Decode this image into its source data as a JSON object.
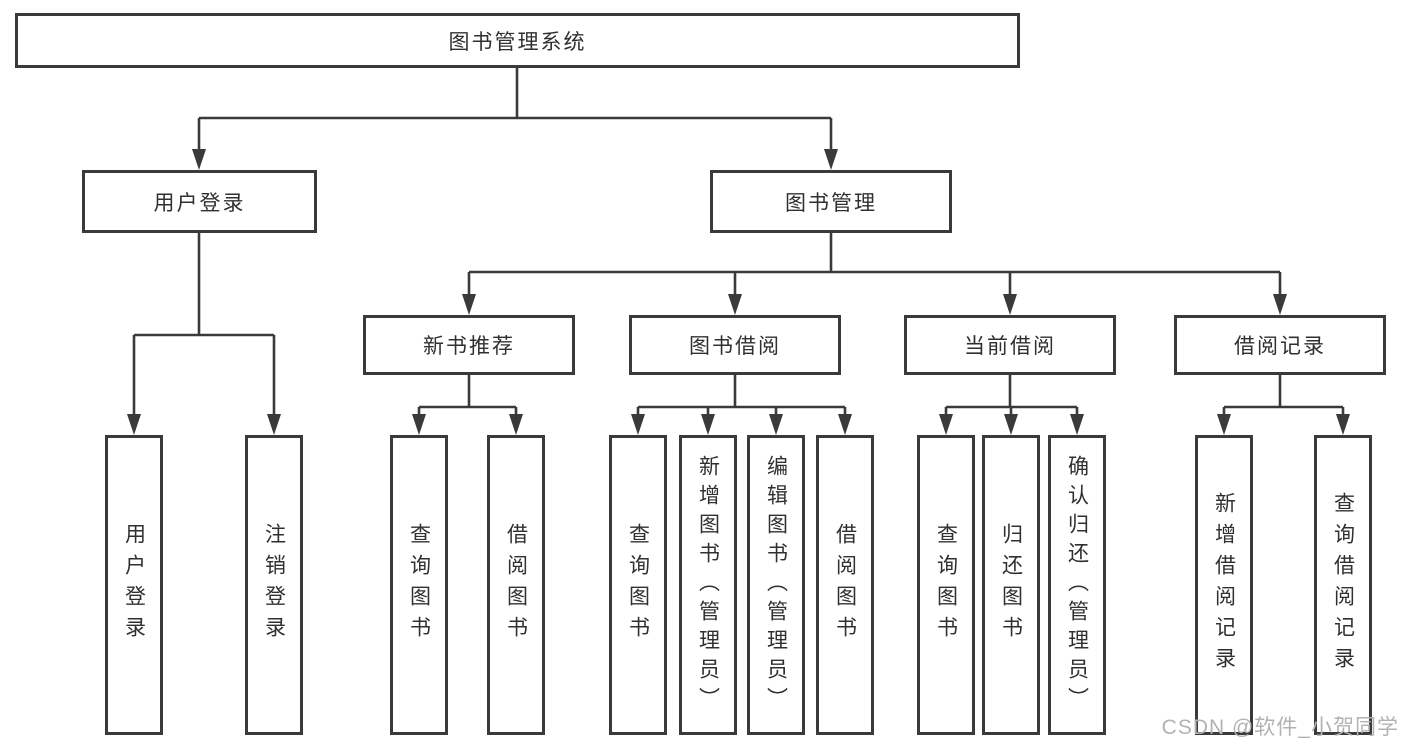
{
  "tree": {
    "root": "图书管理系统",
    "level1": [
      {
        "label": "用户登录",
        "leaves": [
          "用户登录",
          "注销登录"
        ]
      },
      {
        "label": "图书管理",
        "groups": [
          {
            "label": "新书推荐",
            "leaves": [
              "查询图书",
              "借阅图书"
            ]
          },
          {
            "label": "图书借阅",
            "leaves": [
              "查询图书",
              "新增图书（管理员）",
              "编辑图书（管理员）",
              "借阅图书"
            ]
          },
          {
            "label": "当前借阅",
            "leaves": [
              "查询图书",
              "归还图书",
              "确认归还（管理员）"
            ]
          },
          {
            "label": "借阅记录",
            "leaves": [
              "新增借阅记录",
              "查询借阅记录"
            ]
          }
        ]
      }
    ]
  },
  "watermark": {
    "text": "CSDN @软件_小贺同学"
  },
  "colors": {
    "line": "#3a3a3a",
    "box_border": "#3a3a3a",
    "text": "#303030",
    "watermark": "#b2b2b2",
    "background": "#ffffff"
  }
}
